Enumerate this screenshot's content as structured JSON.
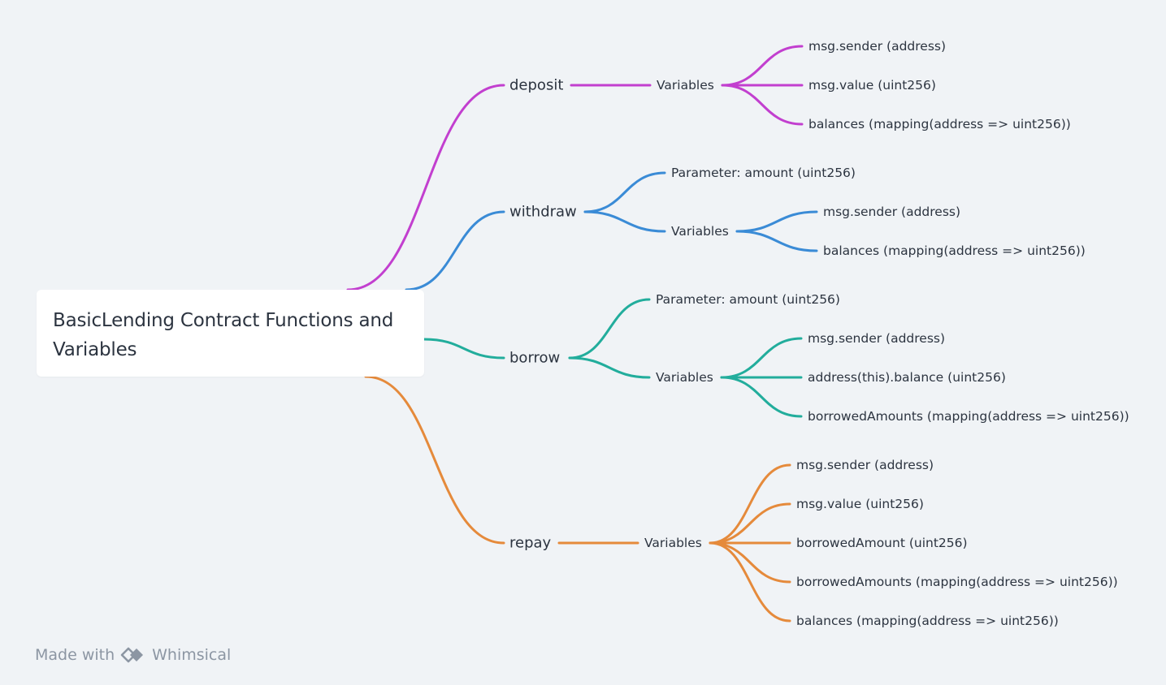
{
  "colors": {
    "deposit": "#c23fcf",
    "withdraw": "#3a8bd6",
    "borrow": "#22ad9c",
    "repay": "#e58a3b"
  },
  "root": {
    "title_line1": "BasicLending Contract Functions and",
    "title_line2": "Variables"
  },
  "branches": {
    "deposit": {
      "label": "deposit",
      "variables_label": "Variables",
      "variables": [
        "msg.sender (address)",
        "msg.value (uint256)",
        "balances (mapping(address => uint256))"
      ]
    },
    "withdraw": {
      "label": "withdraw",
      "parameter": "Parameter: amount (uint256)",
      "variables_label": "Variables",
      "variables": [
        "msg.sender (address)",
        "balances (mapping(address => uint256))"
      ]
    },
    "borrow": {
      "label": "borrow",
      "parameter": "Parameter: amount (uint256)",
      "variables_label": "Variables",
      "variables": [
        "msg.sender (address)",
        "address(this).balance (uint256)",
        "borrowedAmounts (mapping(address => uint256))"
      ]
    },
    "repay": {
      "label": "repay",
      "variables_label": "Variables",
      "variables": [
        "msg.sender (address)",
        "msg.value (uint256)",
        "borrowedAmount (uint256)",
        "borrowedAmounts (mapping(address => uint256))",
        "balances (mapping(address => uint256))"
      ]
    }
  },
  "footer": {
    "made_with": "Made with",
    "brand": "Whimsical",
    "logo_icon": "whimsical-logo-icon"
  }
}
